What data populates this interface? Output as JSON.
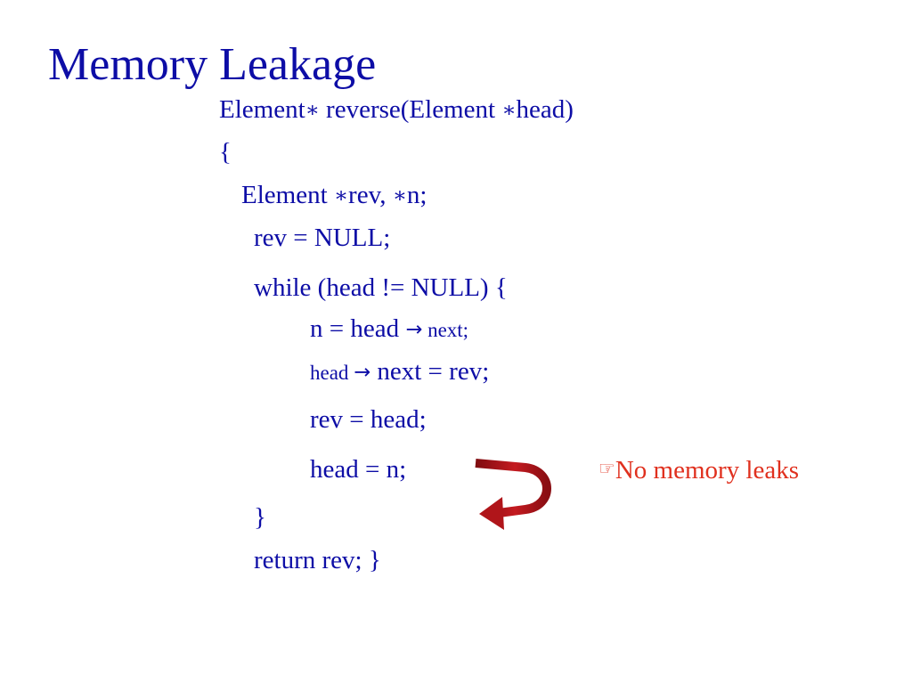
{
  "slide": {
    "title": "Memory Leakage"
  },
  "code": {
    "signature_type": "Element",
    "star": "∗",
    "signature_rest": " reverse(Element ",
    "signature_param": "head)",
    "open_brace": "{",
    "decl_type": "Element ",
    "decl_rev": "rev, ",
    "decl_n": "n;",
    "init": "rev = NULL;",
    "while_line": "while (head != NULL) {",
    "n_assign": "n = head ",
    "arrow": "→",
    "n_assign_field": " next;",
    "head_word": "head ",
    "head_next_assign": " next = rev;",
    "rev_assign": "rev = head;",
    "head_assign": "head = n;",
    "close_brace": "}",
    "return_line": "return rev; }"
  },
  "callout": {
    "icon": "hand-pointing-icon",
    "icon_glyph": "☞",
    "text": "No memory leaks",
    "color": "#e0301e"
  },
  "colors": {
    "text": "#0d0da6",
    "arrow": "#b0151a",
    "callout": "#e0301e"
  }
}
